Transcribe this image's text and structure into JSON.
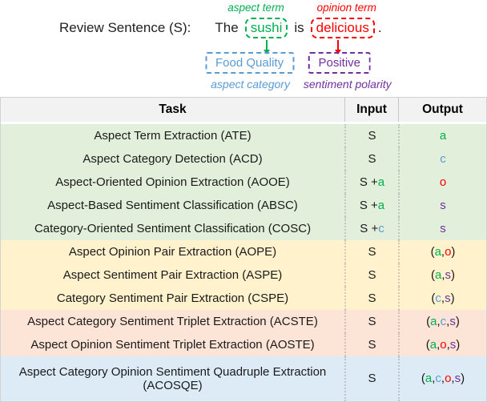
{
  "colors": {
    "aspect_green": "#00B050",
    "category_blue": "#5B9BD5",
    "opinion_red": "#FF0000",
    "sentiment_purple": "#7030A0",
    "row_bg_single": "#E2EFDA",
    "row_bg_pair": "#FFF2CC",
    "row_bg_triplet": "#FCE4D6",
    "row_bg_quadruple": "#DDEBF7",
    "header_bg": "#F2F2F2"
  },
  "diagram": {
    "sentence_prefix": "Review Sentence (S):",
    "word_the": "The",
    "aspect_word": "sushi",
    "word_is": "is",
    "opinion_word": "delicious",
    "period": ".",
    "aspect_term_label": "aspect term",
    "opinion_term_label": "opinion term",
    "aspect_category_value": "Food Quality",
    "aspect_category_label": "aspect category",
    "sentiment_value": "Positive",
    "sentiment_label": "sentiment polarity"
  },
  "table": {
    "headers": [
      "Task",
      "Input",
      "Output"
    ],
    "rows": [
      {
        "task": "Aspect Term Extraction (ATE)",
        "group": "single",
        "input": [
          {
            "t": "S",
            "c": "plain"
          }
        ],
        "output": [
          {
            "t": "a",
            "c": "aspect"
          }
        ]
      },
      {
        "task": "Aspect Category Detection (ACD)",
        "group": "single",
        "input": [
          {
            "t": "S",
            "c": "plain"
          }
        ],
        "output": [
          {
            "t": "c",
            "c": "category"
          }
        ]
      },
      {
        "task": "Aspect-Oriented Opinion Extraction (AOOE)",
        "group": "single",
        "input": [
          {
            "t": "S + ",
            "c": "plain"
          },
          {
            "t": "a",
            "c": "aspect"
          }
        ],
        "output": [
          {
            "t": "o",
            "c": "opinion"
          }
        ]
      },
      {
        "task": "Aspect-Based Sentiment Classification (ABSC)",
        "group": "single",
        "input": [
          {
            "t": "S + ",
            "c": "plain"
          },
          {
            "t": "a",
            "c": "aspect"
          }
        ],
        "output": [
          {
            "t": "s",
            "c": "sentiment"
          }
        ]
      },
      {
        "task": "Category-Oriented Sentiment Classification (COSC)",
        "group": "single",
        "input": [
          {
            "t": "S + ",
            "c": "plain"
          },
          {
            "t": "c",
            "c": "category"
          }
        ],
        "output": [
          {
            "t": "s",
            "c": "sentiment"
          }
        ]
      },
      {
        "task": "Aspect Opinion Pair Extraction (AOPE)",
        "group": "pair",
        "input": [
          {
            "t": "S",
            "c": "plain"
          }
        ],
        "output": [
          {
            "t": "(",
            "c": "plain"
          },
          {
            "t": "a",
            "c": "aspect"
          },
          {
            "t": ", ",
            "c": "plain"
          },
          {
            "t": "o",
            "c": "opinion"
          },
          {
            "t": ")",
            "c": "plain"
          }
        ]
      },
      {
        "task": "Aspect Sentiment Pair Extraction (ASPE)",
        "group": "pair",
        "input": [
          {
            "t": "S",
            "c": "plain"
          }
        ],
        "output": [
          {
            "t": "(",
            "c": "plain"
          },
          {
            "t": "a",
            "c": "aspect"
          },
          {
            "t": ", ",
            "c": "plain"
          },
          {
            "t": "s",
            "c": "sentiment"
          },
          {
            "t": ")",
            "c": "plain"
          }
        ]
      },
      {
        "task": "Category Sentiment Pair Extraction (CSPE)",
        "group": "pair",
        "input": [
          {
            "t": "S",
            "c": "plain"
          }
        ],
        "output": [
          {
            "t": "(",
            "c": "plain"
          },
          {
            "t": "c",
            "c": "category"
          },
          {
            "t": ", ",
            "c": "plain"
          },
          {
            "t": "s",
            "c": "sentiment"
          },
          {
            "t": ")",
            "c": "plain"
          }
        ]
      },
      {
        "task": "Aspect Category Sentiment Triplet Extraction (ACSTE)",
        "group": "triplet",
        "input": [
          {
            "t": "S",
            "c": "plain"
          }
        ],
        "output": [
          {
            "t": "(",
            "c": "plain"
          },
          {
            "t": "a",
            "c": "aspect"
          },
          {
            "t": ", ",
            "c": "plain"
          },
          {
            "t": "c",
            "c": "category"
          },
          {
            "t": ", ",
            "c": "plain"
          },
          {
            "t": "s",
            "c": "sentiment"
          },
          {
            "t": ")",
            "c": "plain"
          }
        ]
      },
      {
        "task": "Aspect Opinion Sentiment Triplet Extraction (AOSTE)",
        "group": "triplet",
        "input": [
          {
            "t": "S",
            "c": "plain"
          }
        ],
        "output": [
          {
            "t": "(",
            "c": "plain"
          },
          {
            "t": "a",
            "c": "aspect"
          },
          {
            "t": ", ",
            "c": "plain"
          },
          {
            "t": "o",
            "c": "opinion"
          },
          {
            "t": ", ",
            "c": "plain"
          },
          {
            "t": "s",
            "c": "sentiment"
          },
          {
            "t": ")",
            "c": "plain"
          }
        ]
      },
      {
        "task": "Aspect Category Opinion Sentiment Quadruple Extraction (ACOSQE)",
        "group": "quad",
        "input": [
          {
            "t": "S",
            "c": "plain"
          }
        ],
        "output": [
          {
            "t": "(",
            "c": "plain"
          },
          {
            "t": "a",
            "c": "aspect"
          },
          {
            "t": ", ",
            "c": "plain"
          },
          {
            "t": "c",
            "c": "category"
          },
          {
            "t": ", ",
            "c": "plain"
          },
          {
            "t": "o",
            "c": "opinion"
          },
          {
            "t": ", ",
            "c": "plain"
          },
          {
            "t": "s",
            "c": "sentiment"
          },
          {
            "t": ")",
            "c": "plain"
          }
        ]
      }
    ]
  }
}
